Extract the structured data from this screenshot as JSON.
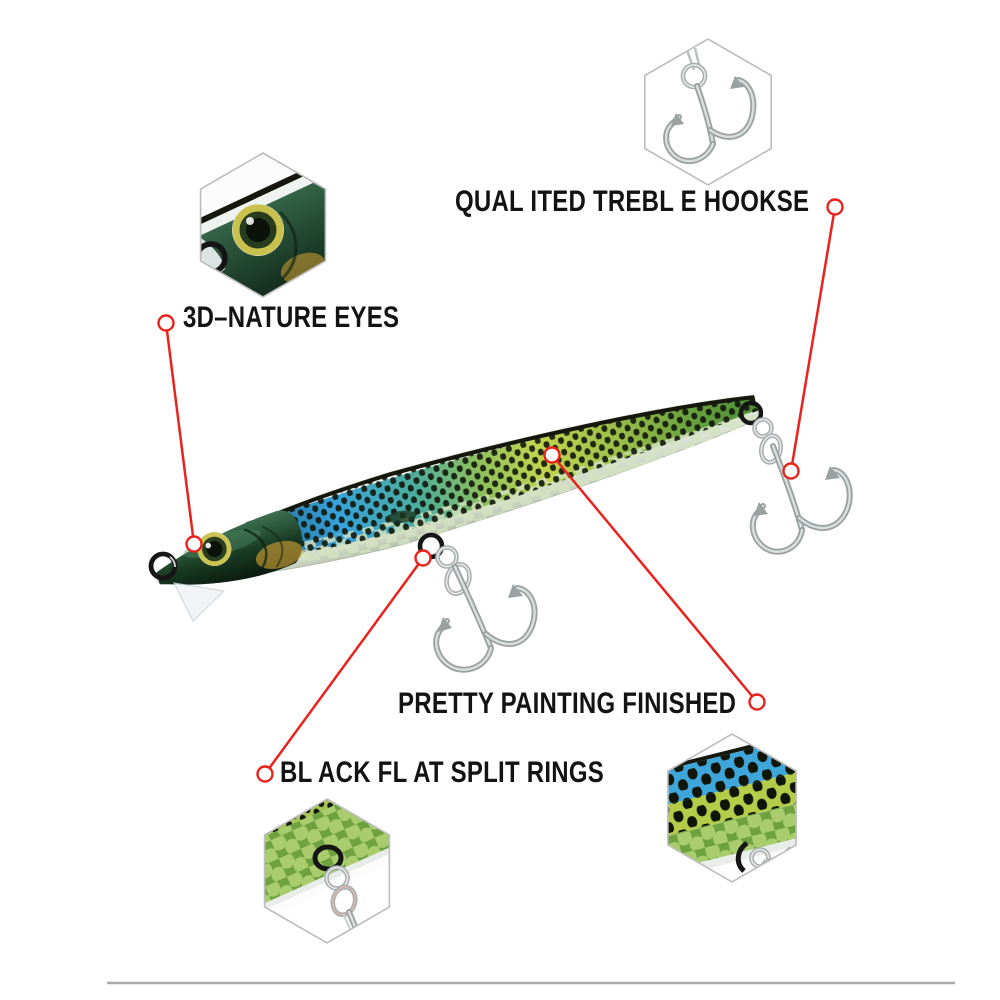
{
  "background": "#ffffff",
  "colors": {
    "accent_red": "#e8231d",
    "label_text": "#131313",
    "hexagon_border": "#bdbdbd",
    "divider_gray": "#a9a9a9",
    "lure_blue": "#35a3dc",
    "lure_yellow_green": "#c2d44e",
    "lure_green": "#4e8c36",
    "lure_head_dark": "#16351f",
    "hook_silver": "#9aa1a1"
  },
  "callouts": [
    {
      "id": "treble-hooks",
      "label": "QUAL ITED TREBL E HOOKSE"
    },
    {
      "id": "nature-eyes",
      "label": "3D–NATURE EYES"
    },
    {
      "id": "painting",
      "label": "PRETTY PAINTING FINISHED"
    },
    {
      "id": "split-rings",
      "label": "BL ACK FL AT SPLIT RINGS"
    }
  ],
  "detail_insets": [
    "eye-closeup",
    "treble-hook-closeup",
    "split-ring-closeup",
    "paint-pattern-closeup"
  ]
}
